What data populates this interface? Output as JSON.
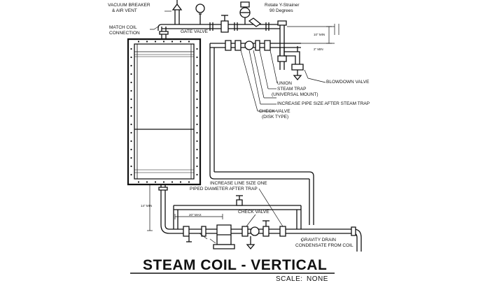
{
  "labels": {
    "vacuum_breaker": "VACUUM BREAKER",
    "air_vent": "& AIR VENT",
    "rotate_strainer": "Rotate Y-Strainer",
    "strainer_degrees": "90 Degrees",
    "match_coil": "MATCH COIL",
    "connection": "CONNECTION",
    "gate_valve": "GATE VALVE",
    "dim_top": "10\" MIN",
    "dim_top2": "2\" MIN",
    "blowdown_valve": "BLOWDOWN VALVE",
    "union": "UNION",
    "steam_trap": "STEAM TRAP",
    "universal_mount": "(UNIVERSAL MOUNT)",
    "increase_pipe": "INCREASE PIPE SIZE AFTER STEAM TRAP",
    "check_valve_upper": "CHECK VALVE",
    "disk_type": "(DISK TYPE)",
    "increase_line": "INCREASE LINE SIZE ONE",
    "piped_diameter": "PIPED DIAMETER AFTER TRAP",
    "check_valve_lower": "CHECK VALVE",
    "dim_vertical": "14\" MIN",
    "dim_horizontal": "20\" MAX",
    "gravity_drain": "GRAVITY DRAIN",
    "condensate": "CONDENSATE FROM COIL"
  },
  "title": "STEAM COIL - VERTICAL",
  "scale_label": "SCALE:",
  "scale_value": "NONE"
}
